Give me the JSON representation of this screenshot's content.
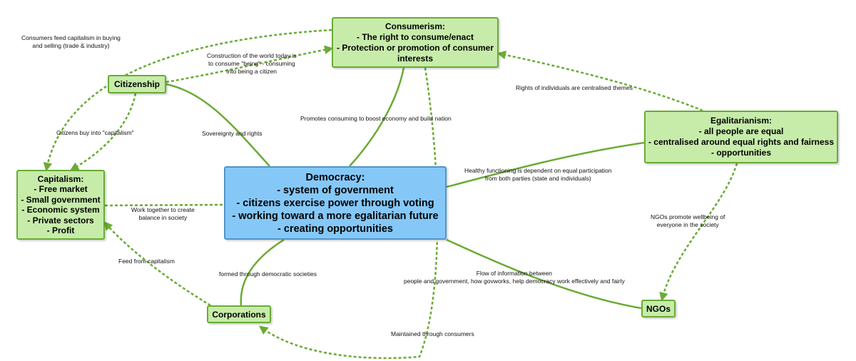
{
  "colors": {
    "node_fill": "#c7ecaa",
    "node_border": "#6aab34",
    "center_fill": "#85c8f8",
    "center_border": "#4f95cc",
    "edge": "#6aab34",
    "background": "#ffffff"
  },
  "nodes": {
    "democracy": {
      "title": "Democracy:",
      "items": [
        "- system of government",
        "- citizens exercise power through voting",
        "- working toward a more egalitarian future",
        "- creating opportunities"
      ]
    },
    "consumerism": {
      "title": "Consumerism:",
      "items": [
        "- The right to consume/enact",
        "- Protection or promotion of consumer",
        "interests"
      ]
    },
    "egalitarianism": {
      "title": "Egalitarianism:",
      "items": [
        "- all people are equal",
        "- centralised around equal rights and fairness",
        "- opportunities"
      ]
    },
    "capitalism": {
      "title": "Capitalism:",
      "items": [
        "- Free market",
        "- Small government",
        "- Economic system",
        "- Private sectors",
        "- Profit"
      ]
    },
    "citizenship": {
      "title": "Citizenship"
    },
    "corporations": {
      "title": "Corporations"
    },
    "ngos": {
      "title": "NGOs"
    }
  },
  "edge_labels": {
    "consumers_feed": [
      "Consumers feed capitalism in buying",
      "and selling (trade & industry)"
    ],
    "construction": [
      "Construction of the world today is",
      "to consume \"being\" - consuming",
      "into being a citizen"
    ],
    "rights_individuals": [
      "Rights of individuals are centralised themes"
    ],
    "promotes_consuming": [
      "Promotes consuming to boost economy and build nation"
    ],
    "citizens_buy": [
      "Citizens buy into \"capitalism\""
    ],
    "sovereignty": [
      "Sovereignty and rights"
    ],
    "healthy_functioning": [
      "Healthy functioning is dependent on equal participation",
      "from both parties (state and individuals)"
    ],
    "work_together": [
      "Work together to create",
      "balance in society"
    ],
    "ngos_promote": [
      "NGOs promote wellbeing of",
      "everyone in the society"
    ],
    "feed_capitalism": [
      "Feed from capitalism"
    ],
    "formed_through": [
      "formed through democratic societies"
    ],
    "flow_information": [
      "Flow of information between",
      "people and government, how govworks, help democracy work effectively and fairly"
    ],
    "maintained_through": [
      "Maintained through consumers"
    ]
  }
}
